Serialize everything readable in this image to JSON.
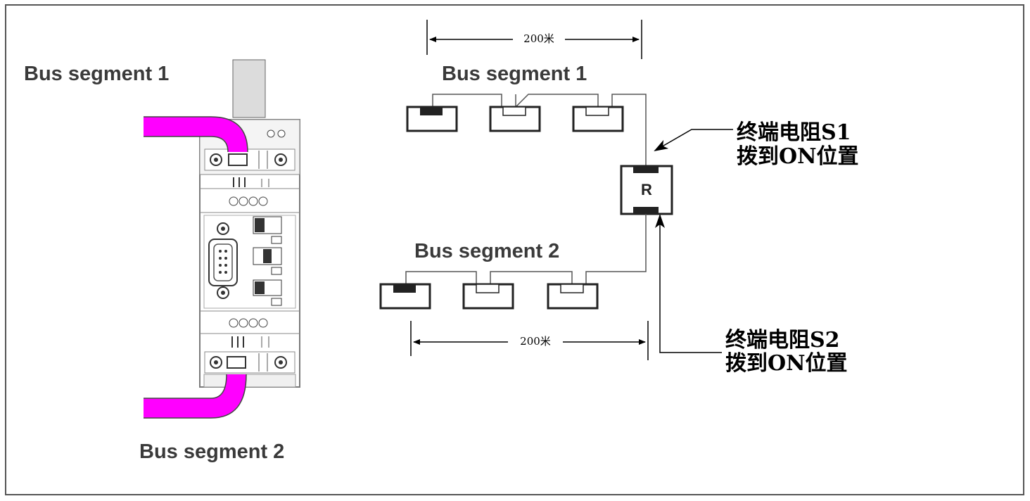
{
  "left_panel": {
    "top_label": "Bus segment 1",
    "bottom_label": "Bus segment 2"
  },
  "topology": {
    "segment1_label": "Bus segment 1",
    "segment2_label": "Bus segment 2",
    "top_distance": "200米",
    "bottom_distance": "200米",
    "repeater_label": "R"
  },
  "callouts": {
    "s1": {
      "line1": "终端电阻S1",
      "line2": "拨到ON位置"
    },
    "s2": {
      "line1": "终端电阻S2",
      "line2": "拨到ON位置"
    }
  },
  "colors": {
    "cable": "#ff00ff",
    "frame": "#555555",
    "label": "#3a3a3a"
  }
}
